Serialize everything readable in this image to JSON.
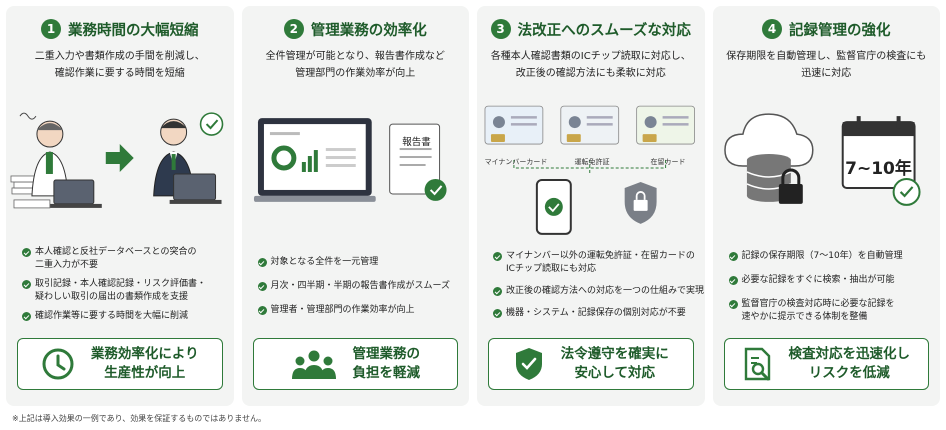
{
  "cards": [
    {
      "number": "1",
      "title": "業務時間の大幅短縮",
      "desc": [
        "二重入力や書類作成の手間を削減し、",
        "確認作業に要する時間を短縮"
      ],
      "bullets": [
        [
          "本人確認と反社データベースとの突合の",
          "二重入力が不要"
        ],
        [
          "取引記録・本人確認記録・リスク評価書・",
          "疑わしい取引の届出の書類作成を支援"
        ],
        [
          "確認作業等に要する時間を大幅に削減"
        ]
      ],
      "footer": [
        "業務効率化により",
        "生産性が向上"
      ],
      "icon": "clock-icon"
    },
    {
      "number": "2",
      "title": "管理業務の効率化",
      "desc": [
        "全件管理が可能となり、報告書作成など",
        "管理部門の作業効率が向上"
      ],
      "report_label": "報告書",
      "bullets": [
        [
          "対象となる全件を一元管理"
        ],
        [
          "月次・四半期・半期の報告書作成がスムーズ"
        ],
        [
          "管理者・管理部門の作業効率が向上"
        ]
      ],
      "footer": [
        "管理業務の",
        "負担を軽減"
      ],
      "icon": "team-icon"
    },
    {
      "number": "3",
      "title": "法改正へのスムーズな対応",
      "desc": [
        "各種本人確認書類のICチップ読取に対応し、",
        "改正後の確認方法にも柔軟に対応"
      ],
      "id_cards": [
        "マイナンバーカード",
        "運転免許証",
        "在留カード"
      ],
      "bullets": [
        [
          "マイナンバー以外の運転免許証・在留カードの",
          "ICチップ読取にも対応"
        ],
        [
          "改正後の確認方法への対応を一つの仕組みで実現"
        ],
        [
          "機器・システム・記録保存の個別対応が不要"
        ]
      ],
      "footer": [
        "法令遵守を確実に",
        "安心して対応"
      ],
      "icon": "shield-check-icon"
    },
    {
      "number": "4",
      "title": "記録管理の強化",
      "desc": [
        "保存期限を自動管理し、監督官庁の検査にも",
        "迅速に対応"
      ],
      "calendar_label": "7~10年",
      "bullets": [
        [
          "記録の保存期限（7～10年）を自動管理"
        ],
        [
          "必要な記録をすぐに検索・抽出が可能"
        ],
        [
          "監督官庁の検査対応時に必要な記録を",
          "速やかに提示できる体制を整備"
        ]
      ],
      "footer": [
        "検査対応を迅速化し",
        "リスクを低減"
      ],
      "icon": "document-search-icon"
    }
  ],
  "note": "※上記は導入効果の一例であり、効果を保証するものではありません。",
  "colors": {
    "accent": "#2f7a3a",
    "title": "#1e5b2a",
    "card_bg": "#f3f4f3"
  }
}
